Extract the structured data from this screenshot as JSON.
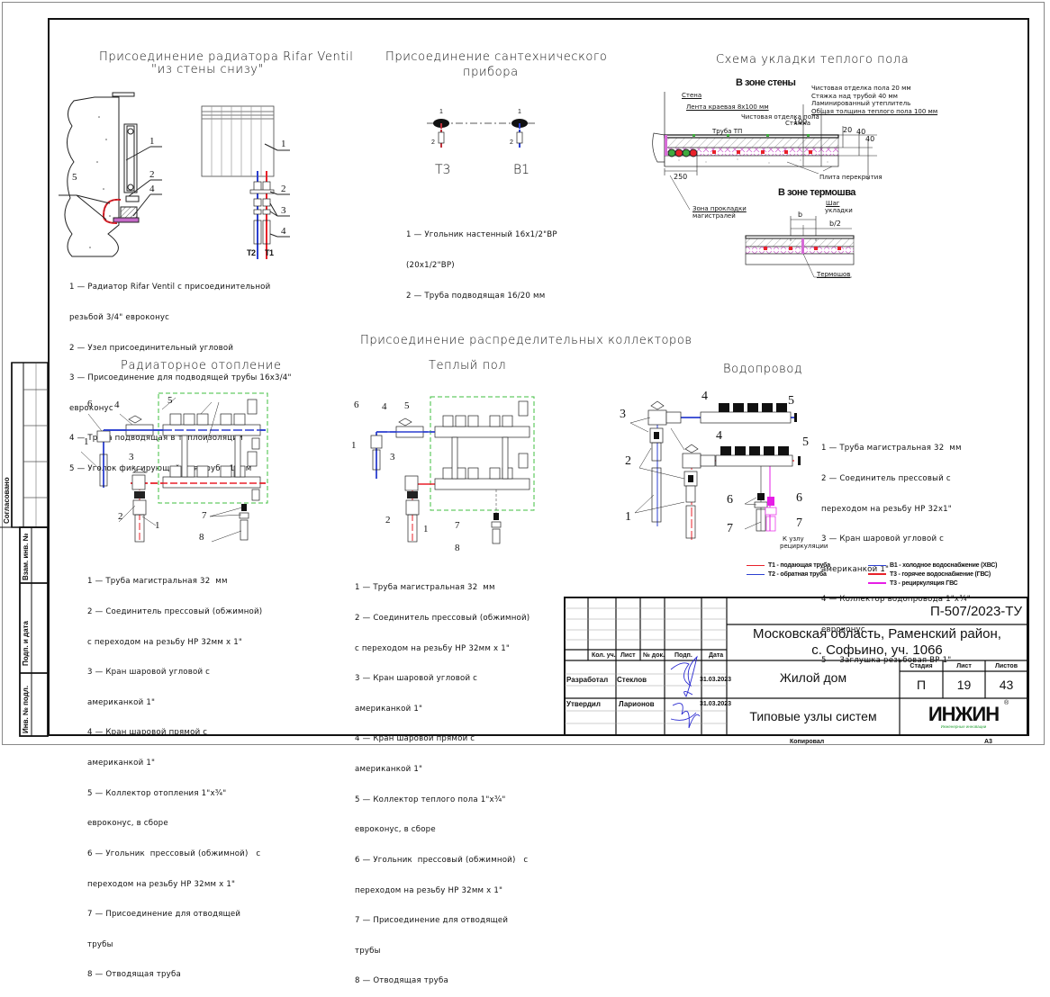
{
  "sections": {
    "radiator": {
      "title_line1": "Присоединение радиатора Rifar Ventil",
      "title_line2": "\"из стены снизу\"",
      "callouts": [
        "1",
        "2",
        "3",
        "4",
        "5"
      ],
      "pipe_labels": [
        "T2",
        "T1"
      ],
      "legend": [
        "1 — Радиатор Rifar Ventil с присоединительной",
        "резьбой 3/4\" евроконус",
        "2 — Узел присоединительный угловой",
        "3 — Присоединение для подводящей трубы 16x3/4\"",
        "евроконус",
        "4 — Труба подводящая в теплоизоляции",
        "5 — Уголок фиксирующий для трубы 16мм"
      ]
    },
    "sanitary": {
      "title_line1": "Присоединение сантехнического",
      "title_line2": "прибора",
      "callouts": [
        "1",
        "2",
        "1",
        "2"
      ],
      "labels": [
        "T3",
        "B1"
      ],
      "legend": [
        "1 — Угольник настенный 16x1/2\"ВР",
        "(20x1/2\"ВР)",
        "2 — Труба подводящая 16/20 мм"
      ]
    },
    "floor": {
      "title": "Схема укладки теплого пола",
      "wall_zone": "В зоне стены",
      "thermo_zone": "В зоне термошва",
      "labels": {
        "wall": "Стена",
        "edge_tape": "Лента краевая 8x100 мм",
        "finish": "Чистовая отделка пола",
        "screed": "Стяжка",
        "pipe": "Труба ТП",
        "slab": "Плита перекрытия",
        "mains_zone_1": "Зона прокладки",
        "mains_zone_2": "магистралей",
        "step_1": "Шаг",
        "step_2": "укладки",
        "b": "b",
        "b2": "b/2",
        "thermo_joint": "Термошов"
      },
      "layers": [
        "Чистовая отделка пола 20 мм",
        "Стяжка над трубой 40 мм",
        "Ламинированный утеплитель",
        "Общая толщина теплого пола  100 мм"
      ],
      "dims": [
        "100",
        "20",
        "40",
        "40",
        "250"
      ]
    },
    "collectors_title": "Присоединение распределительных коллекторов",
    "radiator_heating": {
      "title": "Радиаторное отопление",
      "callouts": [
        "6",
        "4",
        "5",
        "1",
        "3",
        "2",
        "1",
        "7",
        "8"
      ],
      "legend": [
        "1 — Труба магистральная 32  мм",
        "2 — Соединитель прессовый (обжимной)",
        "с переходом на резьбу НР 32мм x 1\"",
        "3 — Кран шаровой угловой с",
        "американкой 1\"",
        "4 — Кран шаровой прямой с",
        "американкой 1\"",
        "5 — Коллектор отопления 1\"x¾\"",
        "евроконус, в сборе",
        "6 — Угольник  прессовый (обжимной)   с",
        "переходом на резьбу НР 32мм x 1\"",
        "7 — Присоединение для отводящей",
        "трубы",
        "8 — Отводящая труба"
      ]
    },
    "floor_heating": {
      "title": "Теплый пол",
      "callouts": [
        "6",
        "4",
        "5",
        "1",
        "3",
        "2",
        "1",
        "7",
        "8"
      ],
      "legend": [
        "1 — Труба магистральная 32  мм",
        "2 — Соединитель прессовый (обжимной)",
        "с переходом на резьбу НР 32мм x 1\"",
        "3 — Кран шаровой угловой с",
        "американкой 1\"",
        "4 — Кран шаровой прямой с",
        "американкой 1\"",
        "5 — Коллектор теплого пола 1\"x¾\"",
        "евроконус, в сборе",
        "6 — Угольник  прессовый (обжимной)   с",
        "переходом на резьбу НР 32мм x 1\"",
        "7 — Присоединение для отводящей",
        "трубы",
        "8 — Отводящая труба"
      ]
    },
    "water": {
      "title": "Водопровод",
      "callouts": [
        "3",
        "4",
        "5",
        "4",
        "5",
        "2",
        "1",
        "6",
        "7",
        "6",
        "7"
      ],
      "recirc_1": "К узлу",
      "recirc_2": "рециркуляции",
      "legend": [
        "1 — Труба магистральная 32  мм",
        "2 — Соединитель прессовый с",
        "переходом на резьбу НР 32x1\"",
        "3 — Кран шаровой угловой с",
        "американкой 1\"",
        "4 — Коллектор водопровода 1\"x¾\"",
        "евроконус",
        "5 — Заглушка резьбовая ВР 1\""
      ]
    }
  },
  "pipe_legend": [
    {
      "label": "T1 - подающая труба",
      "color": "#e8212a"
    },
    {
      "label": "T2 - обратная труба",
      "color": "#2b3fd0"
    },
    {
      "label": "B1 - холодное водоснабжение (ХВС)",
      "color": "#2b3fd0"
    },
    {
      "label": "T3 - горячее водоснабжение (ГВС)",
      "color": "#e8212a"
    },
    {
      "label": "T3 - рециркуляция ГВС",
      "color": "#e61ee6"
    }
  ],
  "title_block": {
    "doc_code": "П-507/2023-ТУ",
    "address_1": "Московская область, Раменский район,",
    "address_2": "с. Софьино, уч. 1066",
    "object": "Жилой дом",
    "sheet_title": "Типовые узлы систем",
    "cols": [
      "Кол. уч.",
      "Лист",
      "№ док.",
      "Подп.",
      "Дата"
    ],
    "stage_header": "Стадия",
    "sheet_header": "Лист",
    "sheets_header": "Листов",
    "stage": "П",
    "sheet": "19",
    "sheets": "43",
    "rows": [
      {
        "role": "Разработал",
        "name": "Стеклов",
        "date": "31.03.2023"
      },
      {
        "role": "Утвердил",
        "name": "Ларионов",
        "date": "31.03.2023"
      }
    ],
    "logo": "ИНЖИН",
    "logo_sub": "Инженерные инновации",
    "logo_reg": "®",
    "copied": "Копировал",
    "format": "А3"
  },
  "side_stamp": {
    "agreed": "Согласовано",
    "cells": [
      "Взам. инв. №",
      "Подп. и дата",
      "Инв. № подл."
    ]
  },
  "colors": {
    "red": "#e8212a",
    "blue": "#2b3fd0",
    "magenta": "#e61ee6",
    "green_dash": "#3fbf3f",
    "insulation": "#d66ad6",
    "logo_green": "#2aa33a"
  }
}
